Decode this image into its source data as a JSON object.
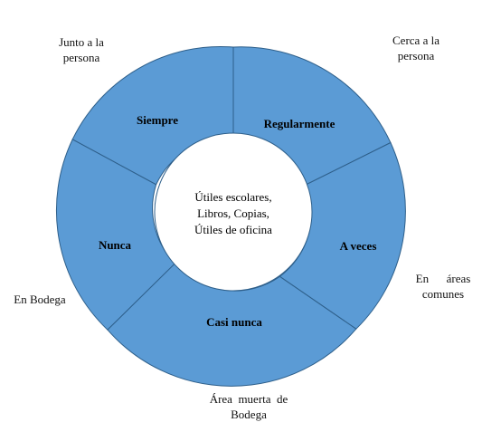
{
  "colors": {
    "segment_fill": "#5b9bd5",
    "segment_stroke": "#2e5f8a",
    "center_fill": "#ffffff"
  },
  "center": {
    "lines": [
      "Útiles escolares,",
      "Libros, Copias,",
      "Útiles de oficina"
    ]
  },
  "segments": [
    {
      "label": "Siempre"
    },
    {
      "label": "Regularmente"
    },
    {
      "label": "A veces"
    },
    {
      "label": "Casi nunca"
    },
    {
      "label": "Nunca"
    }
  ],
  "outer_labels": {
    "siempre": {
      "line1": "Junto a la",
      "line2": "persona"
    },
    "regularmente": {
      "line1": "Cerca a la",
      "line2": "persona"
    },
    "a_veces": {
      "line1": "En      áreas",
      "line2": "comunes"
    },
    "casi_nunca": {
      "line1": "Área  muerta  de",
      "line2": "Bodega"
    },
    "nunca": {
      "line1": "En Bodega",
      "line2": ""
    }
  }
}
